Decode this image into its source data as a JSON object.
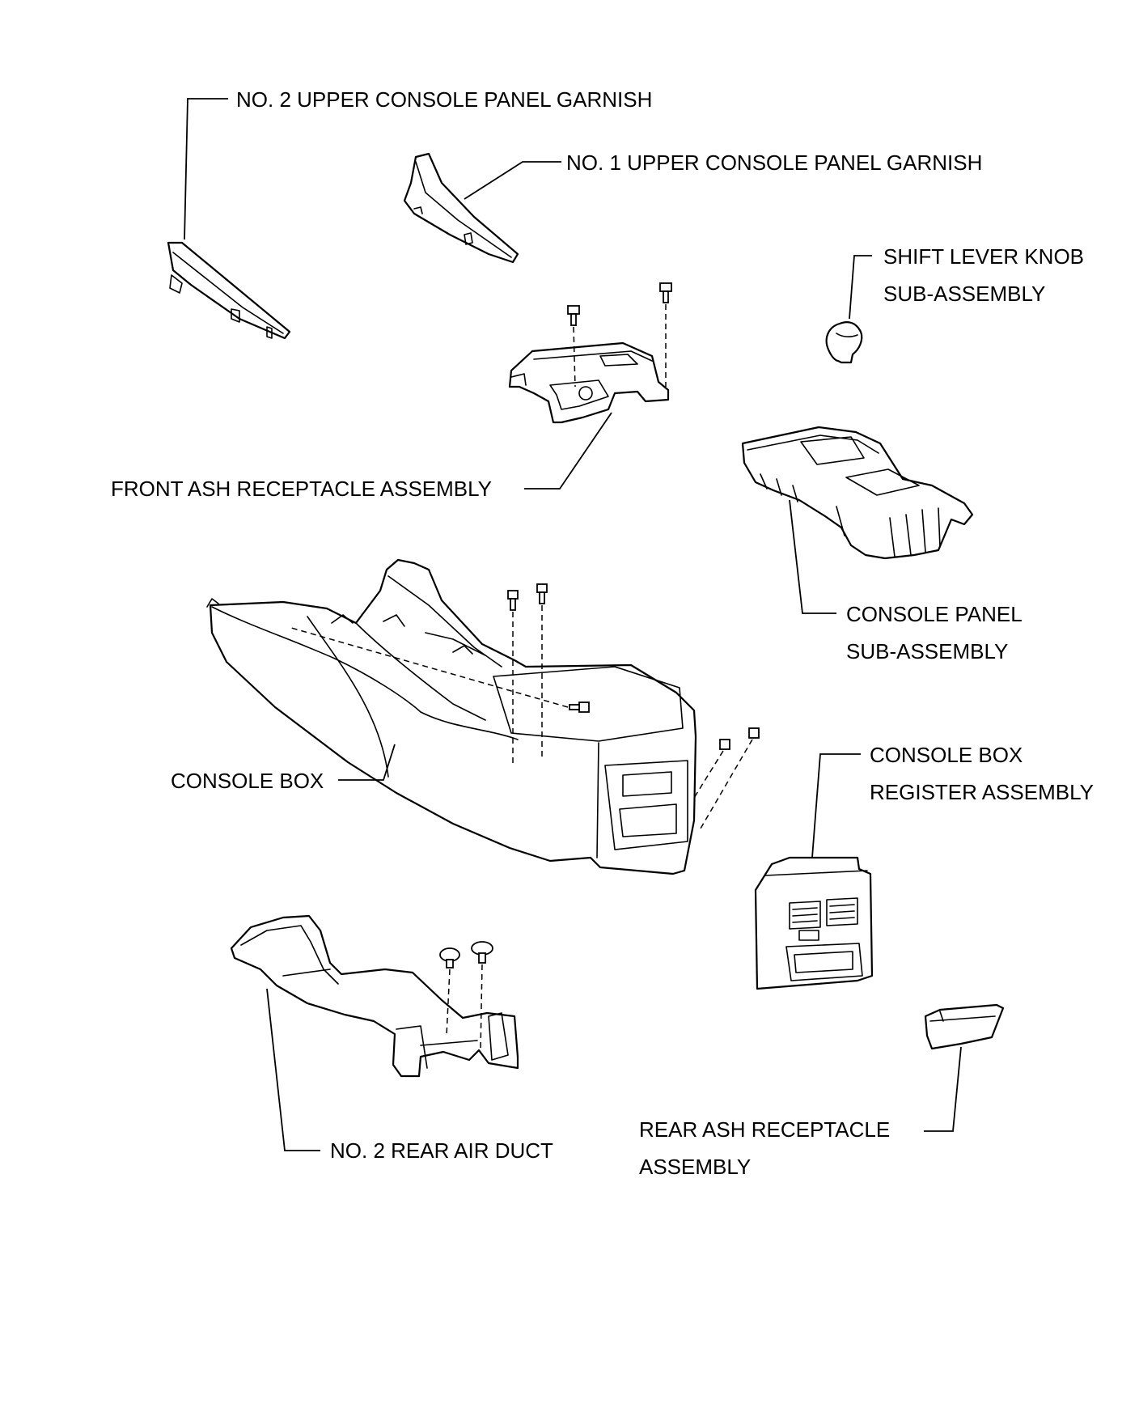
{
  "labels": {
    "no2_upper_garnish": "NO. 2 UPPER CONSOLE PANEL GARNISH",
    "no1_upper_garnish": "NO. 1 UPPER CONSOLE PANEL GARNISH",
    "shift_knob": {
      "line1": "SHIFT LEVER KNOB",
      "line2": "SUB-ASSEMBLY"
    },
    "front_ash": "FRONT ASH RECEPTACLE ASSEMBLY",
    "console_panel": {
      "line1": "CONSOLE PANEL",
      "line2": "SUB-ASSEMBLY"
    },
    "console_box": "CONSOLE BOX",
    "register": {
      "line1": "CONSOLE BOX",
      "line2": "REGISTER ASSEMBLY"
    },
    "rear_air_duct": "NO. 2 REAR AIR DUCT",
    "rear_ash": {
      "line1": "REAR ASH RECEPTACLE",
      "line2": "ASSEMBLY"
    }
  },
  "colors": {
    "ink": "#000000",
    "paper": "#ffffff"
  }
}
